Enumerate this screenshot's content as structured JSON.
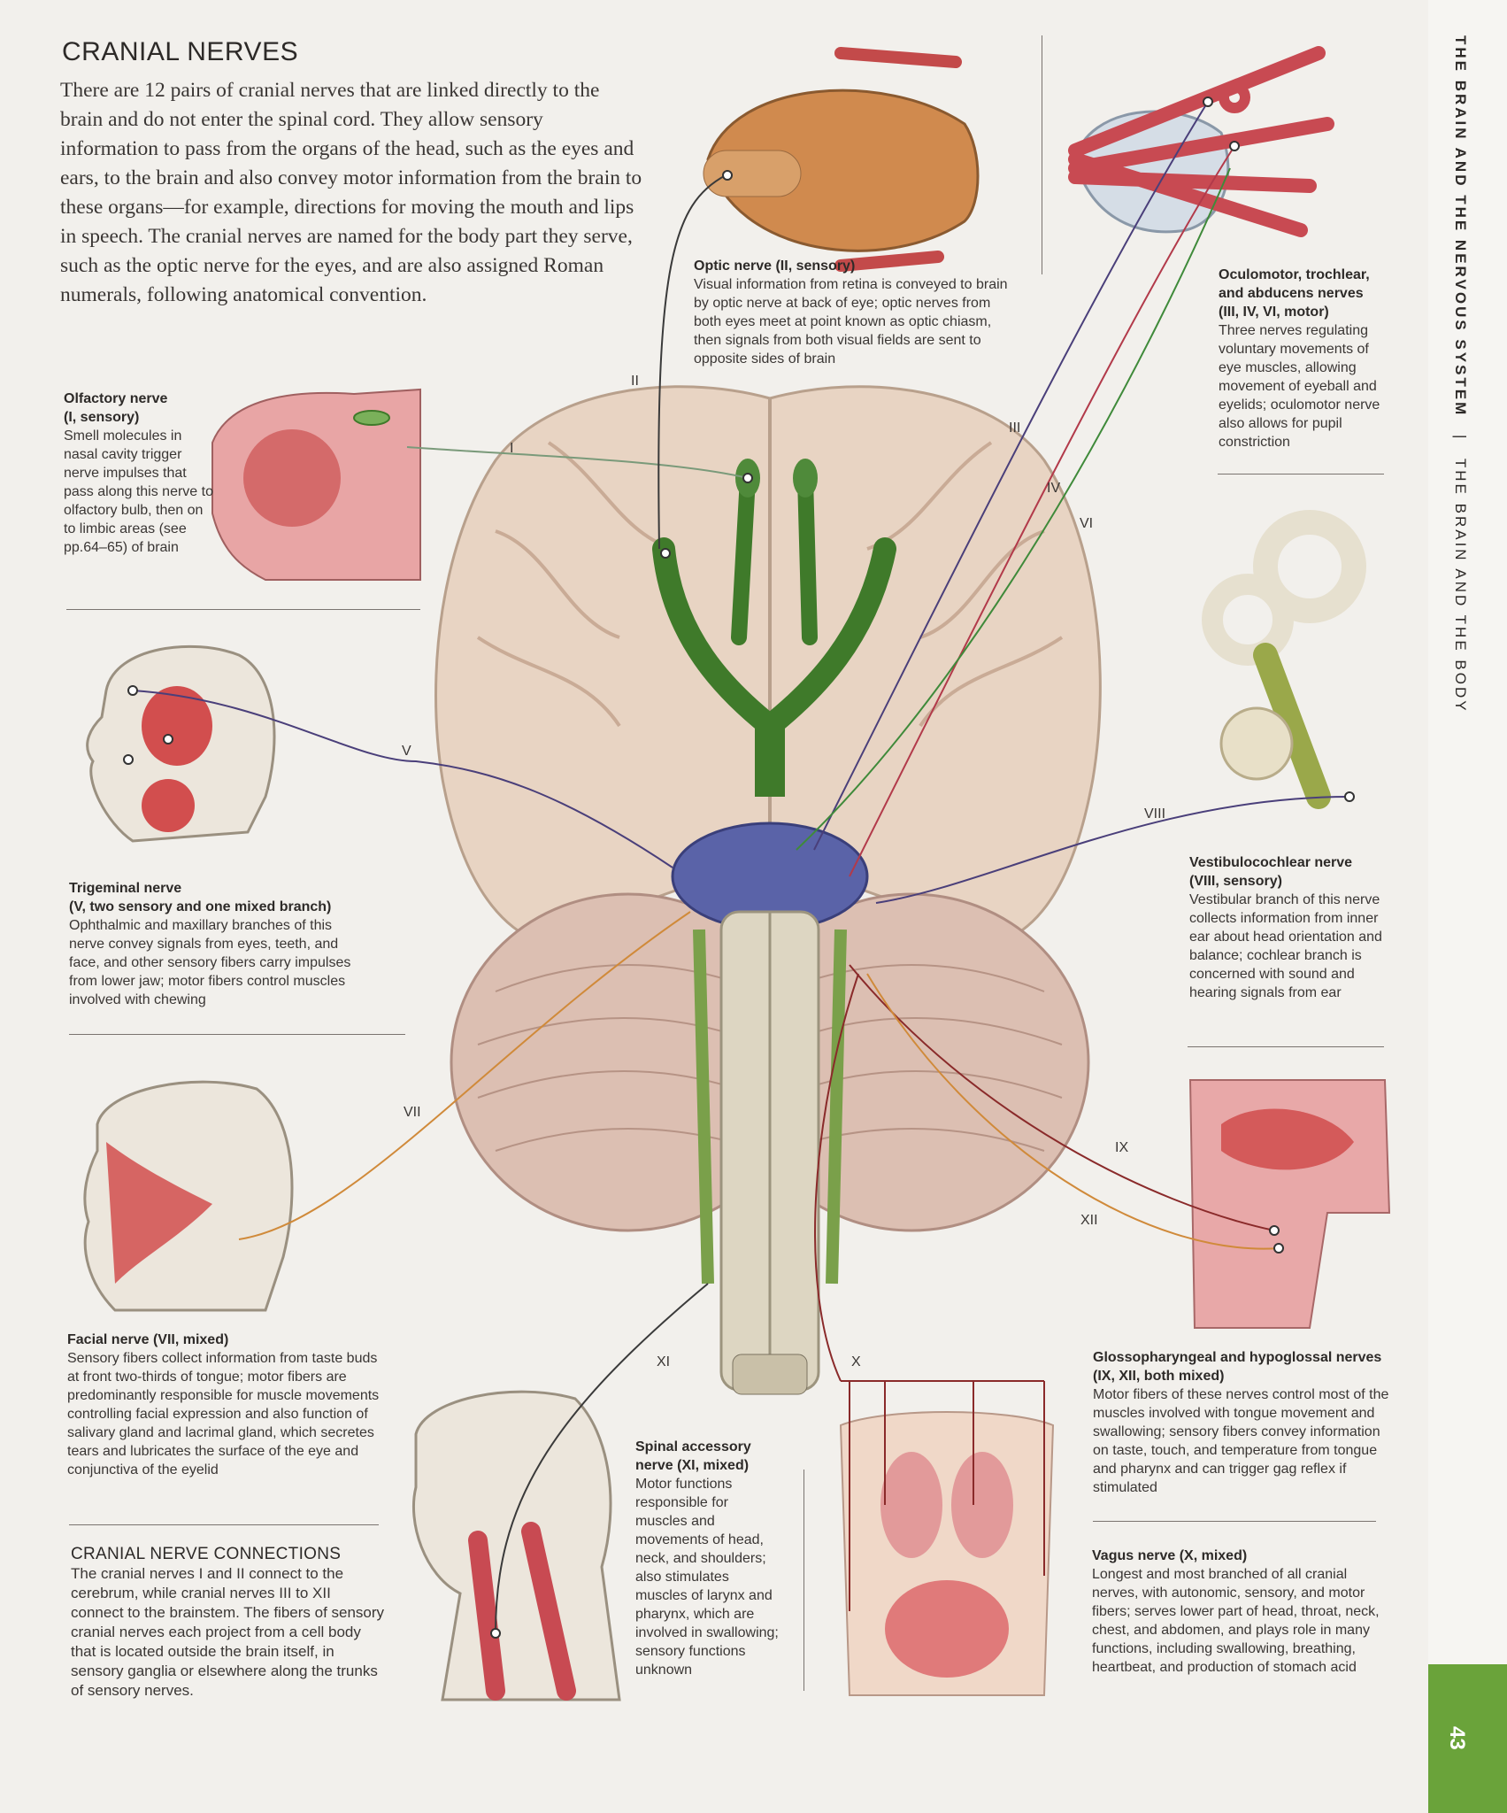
{
  "header": {
    "title": "CRANIAL NERVES",
    "intro": "There are 12 pairs of cranial nerves that are linked directly to the brain and do not enter the spinal cord. They allow sensory information to pass from the organs of the head, such as the eyes and ears, to the brain and also convey motor information from the brain to these organs—for example, directions for moving the mouth and lips in speech. The cranial nerves are named for the body part they serve, such as the optic nerve for the eyes, and are also assigned Roman numerals, following anatomical convention."
  },
  "sidebar": {
    "section_bold": "THE BRAIN AND THE NERVOUS SYSTEM",
    "separator": "|",
    "section": "THE BRAIN AND THE BODY",
    "page_number": "43",
    "tab_color": "#6aa33a"
  },
  "nerves": {
    "olfactory": {
      "title": "Olfactory nerve",
      "subtitle": "(I, sensory)",
      "body": "Smell molecules in nasal cavity trigger nerve impulses that pass along this nerve to olfactory bulb, then on to limbic areas (see pp.64–65) of brain"
    },
    "optic": {
      "title": "Optic nerve (II, sensory)",
      "body": "Visual information from retina is conveyed to brain by optic nerve at back of eye; optic nerves from both eyes meet at point known as optic chiasm, then signals from both visual fields are sent to opposite sides of brain"
    },
    "oculomotor": {
      "title": "Oculomotor, trochlear, and abducens nerves",
      "subtitle": "(III, IV, VI, motor)",
      "body": "Three nerves regulating voluntary movements of eye muscles, allowing movement of eyeball and eyelids; oculomotor nerve also allows for pupil constriction"
    },
    "trigeminal": {
      "title": "Trigeminal nerve",
      "subtitle": "(V, two sensory and one mixed branch)",
      "body": "Ophthalmic and maxillary branches of this nerve convey signals from eyes, teeth, and face, and other sensory fibers carry impulses from lower jaw; motor fibers control muscles involved with chewing"
    },
    "vestibulocochlear": {
      "title": "Vestibulocochlear nerve",
      "subtitle": "(VIII, sensory)",
      "body": "Vestibular branch of this nerve collects information from inner ear about head orientation and balance; cochlear branch is concerned with sound and hearing signals from ear"
    },
    "facial": {
      "title": "Facial nerve (VII, mixed)",
      "body": "Sensory fibers collect information from taste buds at front two-thirds of tongue; motor fibers are predominantly responsible for muscle movements controlling facial expression and also function of salivary gland and lacrimal gland, which secretes tears and lubricates the surface of the eye and conjunctiva of the eyelid"
    },
    "glossopharyngeal": {
      "title": "Glossopharyngeal and hypoglossal nerves (IX, XII, both mixed)",
      "body": "Motor fibers of these nerves control most of the muscles involved with tongue movement and swallowing; sensory fibers convey information on taste, touch, and temperature from tongue and pharynx and can trigger gag reflex if stimulated"
    },
    "accessory": {
      "title": "Spinal accessory nerve (XI, mixed)",
      "body": "Motor functions responsible for muscles and movements of head, neck, and shoulders; also stimulates muscles of larynx and pharynx, which are involved in swallowing; sensory functions unknown"
    },
    "vagus": {
      "title": "Vagus nerve (X, mixed)",
      "body": "Longest and most branched of all cranial nerves, with autonomic, sensory, and motor fibers; serves lower part of head, throat, neck, chest, and abdomen, and plays role in many functions, including swallowing, breathing, heartbeat, and production of stomach acid"
    }
  },
  "connections": {
    "title": "CRANIAL NERVE CONNECTIONS",
    "body": "The cranial nerves I and II connect to the cerebrum, while cranial nerves III to XII connect to the brainstem. The fibers of sensory cranial nerves each project from a cell body that is located outside the brain itself, in sensory ganglia or elsewhere along the trunks of sensory nerves."
  },
  "numerals": {
    "I": "I",
    "II": "II",
    "III": "III",
    "IV": "IV",
    "V": "V",
    "VI": "VI",
    "VII": "VII",
    "VIII": "VIII",
    "IX": "IX",
    "X": "X",
    "XI": "XI",
    "XII": "XII"
  },
  "colors": {
    "nerve_green": "#3f7a2a",
    "oculomotor_line": "#4a3f7a",
    "trochlear_line": "#b23a4a",
    "abducens_line": "#3f8a3a",
    "facial_line": "#d08a3a",
    "vagus_line": "#8a2a2a"
  }
}
